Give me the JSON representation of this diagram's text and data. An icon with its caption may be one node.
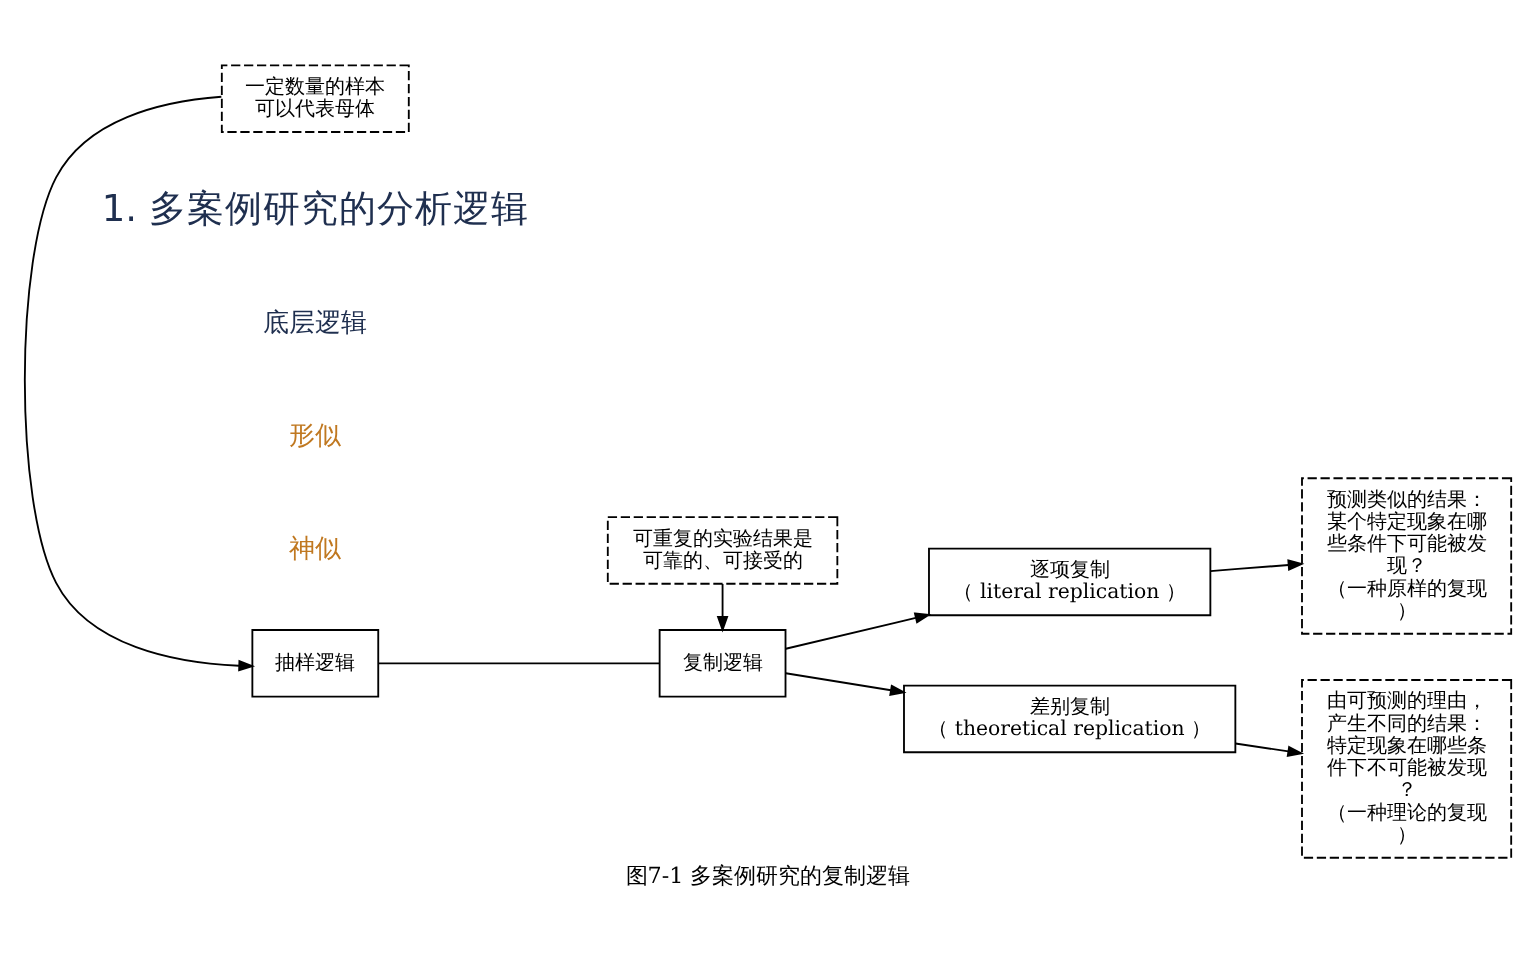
{
  "diagram": {
    "title": "1. 多案例研究的分析逻辑",
    "caption": "图7-1 多案例研究的复制逻辑",
    "nodes": [
      {
        "text": [
          "抽样逻辑"
        ]
      },
      {
        "text": [
          "复制逻辑"
        ]
      },
      {
        "text": [
          "逐项复制",
          "（ literal replication ）"
        ]
      },
      {
        "text": [
          "差别复制",
          "（ theoretical replication ）"
        ]
      },
      {
        "text": [
          "预测类似的结果：某个特定现象在哪些条件下可能被发现？",
          "（一种原样的复现）"
        ]
      },
      {
        "text": [
          "由可预测的理由，产生不同的结果：特定现象在哪些条件下不可能被发现？",
          "（一种理论的复现）"
        ]
      },
      {
        "text": [
          "一定数量的样本可以代表母体"
        ]
      },
      {
        "text": [
          "可重复的实验结果是可靠的、可接受的"
        ]
      }
    ],
    "edges": [
      {
        "from": 0,
        "to": 1,
        "arrow": "none"
      },
      {
        "from": 1,
        "to": 2,
        "arrow": "to"
      },
      {
        "from": 1,
        "to": 3,
        "arrow": "to"
      },
      {
        "from": 2,
        "to": 4,
        "arrow": "to"
      },
      {
        "from": 3,
        "to": 5,
        "arrow": "to"
      },
      {
        "from": 6,
        "to": 0,
        "arrow": "to"
      },
      {
        "from": 7,
        "to": 1,
        "arrow": "to"
      }
    ],
    "labels": [
      "底层逻辑",
      "形似",
      "神似"
    ]
  }
}
